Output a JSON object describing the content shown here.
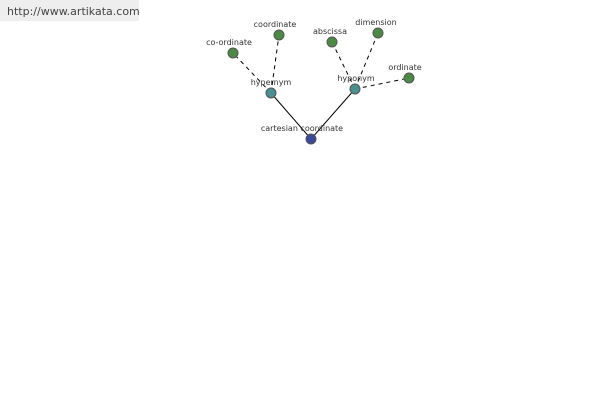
{
  "source": {
    "url_text": "http://www.artikata.com"
  },
  "graph": {
    "colors": {
      "root": "#3a4a9a",
      "relation": "#4a9090",
      "leaf": "#4a8a44"
    },
    "root": {
      "label": "cartesian coordinate"
    },
    "relations": [
      {
        "label": "hypernym",
        "terms": [
          "co-ordinate",
          "coordinate"
        ]
      },
      {
        "label": "hyponym",
        "terms": [
          "abscissa",
          "dimension",
          "ordinate"
        ]
      }
    ]
  }
}
